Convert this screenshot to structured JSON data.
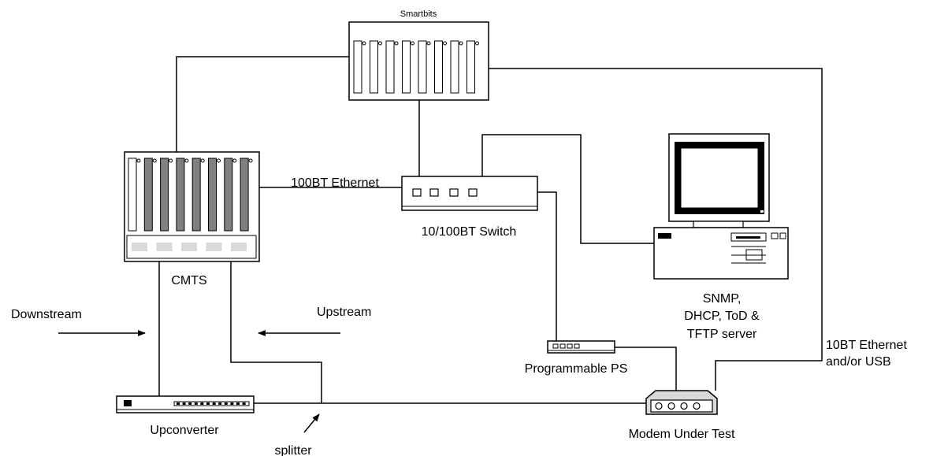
{
  "labels": {
    "smartbits": "Smartbits",
    "ethernet_100bt": "100BT Ethernet",
    "switch": "10/100BT Switch",
    "cmts": "CMTS",
    "downstream": "Downstream",
    "upstream": "Upstream",
    "server_line1": "SNMP,",
    "server_line2": "DHCP, ToD &",
    "server_line3": "TFTP server",
    "ethernet_10bt_line1": "10BT Ethernet",
    "ethernet_10bt_line2": "and/or USB",
    "programmable_ps": "Programmable PS",
    "upconverter": "Upconverter",
    "splitter": "splitter",
    "modem": "Modem Under Test"
  },
  "colors": {
    "line": "#000000",
    "slot_dark": "#808080",
    "slot_light": "#d9d9d9",
    "background": "#ffffff"
  }
}
